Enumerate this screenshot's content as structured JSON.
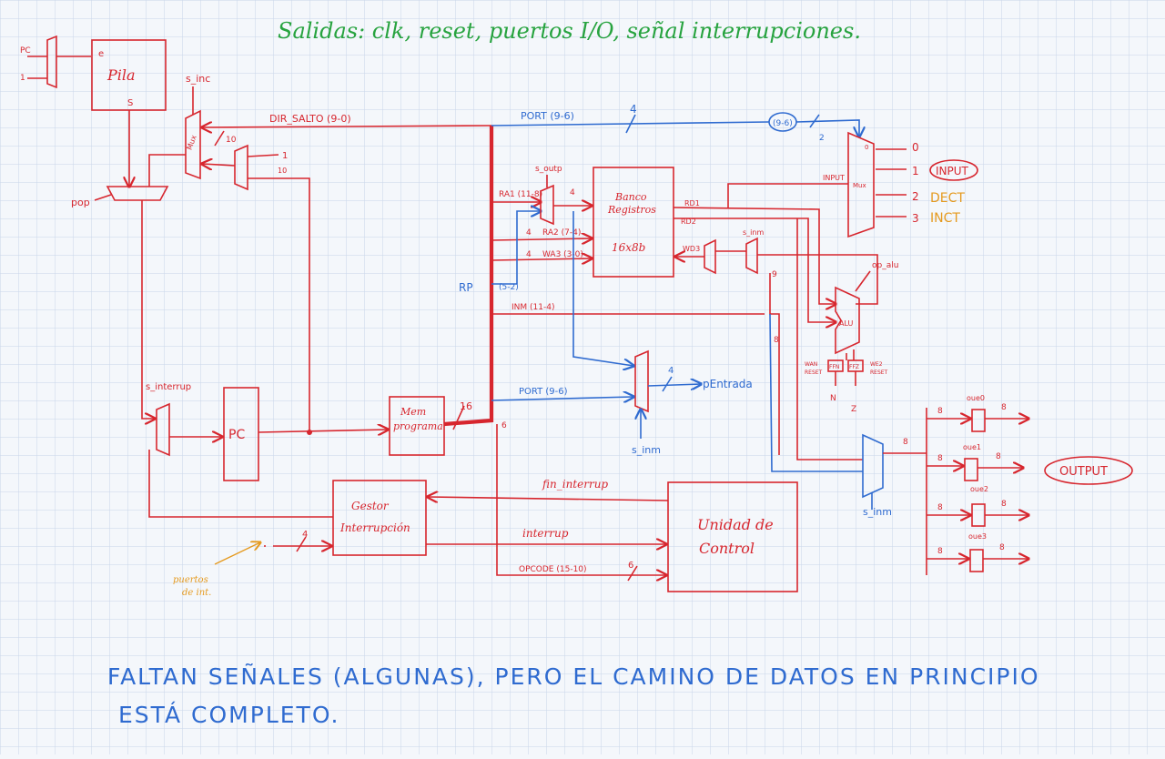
{
  "header": {
    "text": "Salidas: clk, reset, puertos I/O, señal interrupciones."
  },
  "footer": {
    "line1": "FALTAN SEÑALES (ALGUNAS), PERO EL CAMINO DE DATOS EN PRINCIPIO",
    "line2": "ESTÁ COMPLETO."
  },
  "blocks": {
    "pila": "Pila",
    "pc": "PC",
    "mem_line1": "Mem",
    "mem_line2": "programa",
    "banco_line1": "Banco",
    "banco_line2": "Registros",
    "banco_line3": "16x8b",
    "gestor_line1": "Gestor",
    "gestor_line2": "Interrupción",
    "uc_line1": "Unidad de",
    "uc_line2": "Control",
    "alu": "ALU",
    "mux": "Mux"
  },
  "signals": {
    "dir_salto": "DIR_SALTO (9-0)",
    "port_top": "PORT (9-6)",
    "port_mid": "PORT (9-6)",
    "port_sel": "(9-6)",
    "ra1": "RA1 (11-8)",
    "ra2": "RA2 (7-4)",
    "wa3": "WA3 (3-0)",
    "ra52": "(5-2)",
    "inm": "INM (11-4)",
    "rp": "RP",
    "fin_interrup": "fin_interrup",
    "interrup": "interrup",
    "opcode": "OPCODE (15-10)",
    "puertos_l1": "puertos",
    "puertos_l2": "de int.",
    "pentrada": "pEntrada",
    "s_inc": "s_inc",
    "s_outp": "s_outp",
    "s_interrup": "s_interrup",
    "s_inm_a": "s_inm",
    "s_inm_b": "s_inm",
    "s_inm_c": "s_inm",
    "op_alu": "op_alu",
    "pop": "pop",
    "pc_in": "PC",
    "rd1": "RD1",
    "rd2": "RD2",
    "wd3": "WD3",
    "input_lbl": "INPUT",
    "s_pila": "S",
    "e_pila": "e",
    "one": "1",
    "ffn": "FFN",
    "ffz": "FFZ",
    "wan": "WAN",
    "we2": "WE2",
    "rst1": "RESET",
    "rst2": "RESET",
    "n": "N",
    "z": "Z",
    "w4": "4",
    "w2": "2",
    "w10a": "10",
    "w10b": "10",
    "w16": "16",
    "w6a": "6",
    "w6b": "6",
    "w8a": "8",
    "w8b": "8",
    "w9": "9",
    "w4b": "4",
    "w4c": "4"
  },
  "ports_in": [
    {
      "num": "0",
      "name": ""
    },
    {
      "num": "1",
      "name": "INPUT"
    },
    {
      "num": "2",
      "name": "DECT"
    },
    {
      "num": "3",
      "name": "INCT"
    }
  ],
  "ports_out": [
    {
      "label": "oue0",
      "w": "8"
    },
    {
      "label": "oue1",
      "w": "8"
    },
    {
      "label": "oue2",
      "w": "8"
    },
    {
      "label": "oue3",
      "w": "8"
    }
  ],
  "output_label": "OUTPUT",
  "colors": {
    "red": "#d7262e",
    "blue": "#2f6bd0",
    "green": "#27a33f",
    "orange": "#e59a1f",
    "grid": "#c9d6ea"
  }
}
